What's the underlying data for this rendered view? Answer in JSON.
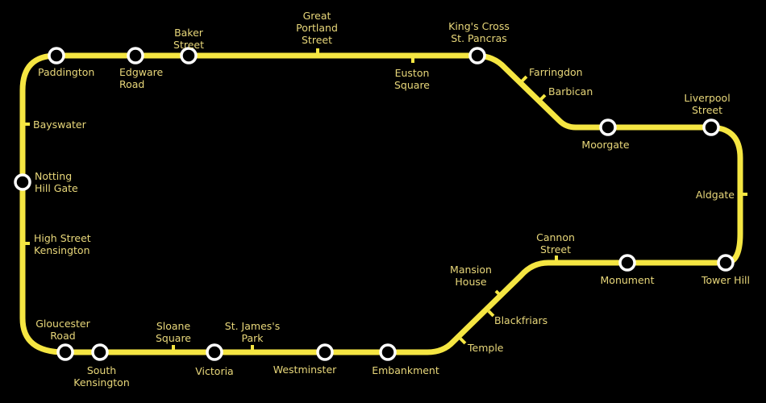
{
  "map": {
    "line_color": "#f5e642",
    "label_color": "#e8d77a",
    "background": "#000000",
    "interchange_fill": "#000000",
    "interchange_stroke": "#ffffff"
  },
  "stations": {
    "paddington": "Paddington",
    "edgware_road": "Edgware\nRoad",
    "baker_street": "Baker\nStreet",
    "great_portland_street": "Great\nPortland\nStreet",
    "euston_square": "Euston\nSquare",
    "kings_cross": "King's Cross\nSt. Pancras",
    "farringdon": "Farringdon",
    "barbican": "Barbican",
    "moorgate": "Moorgate",
    "liverpool_street": "Liverpool\nStreet",
    "aldgate": "Aldgate",
    "tower_hill": "Tower Hill",
    "monument": "Monument",
    "cannon_street": "Cannon\nStreet",
    "mansion_house": "Mansion\nHouse",
    "blackfriars": "Blackfriars",
    "temple": "Temple",
    "embankment": "Embankment",
    "westminster": "Westminster",
    "st_jamess_park": "St. James's\nPark",
    "victoria": "Victoria",
    "sloane_square": "Sloane\nSquare",
    "south_kensington": "South\nKensington",
    "gloucester_road": "Gloucester\nRoad",
    "high_street_kensington": "High Street\nKensington",
    "notting_hill_gate": "Notting\nHill Gate",
    "bayswater": "Bayswater"
  }
}
